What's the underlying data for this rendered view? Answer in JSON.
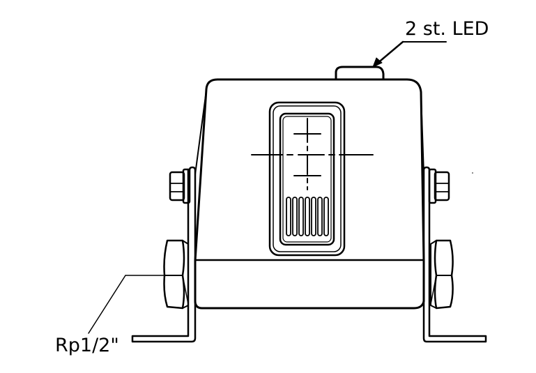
{
  "diagram": {
    "type": "technical-drawing",
    "subject": "switch housing front view",
    "labels": {
      "led": "2 st. LED",
      "thread": "Rp1/2\""
    },
    "colors": {
      "line": "#000000",
      "background": "#ffffff"
    },
    "parts": [
      "housing",
      "led-bump",
      "switch-rocker",
      "centerline-crosshairs",
      "grip-ribs",
      "mounting-bracket-left",
      "mounting-bracket-right",
      "bolt-left",
      "bolt-right",
      "gland-nut-left",
      "gland-nut-right"
    ],
    "rib_count": 7
  }
}
